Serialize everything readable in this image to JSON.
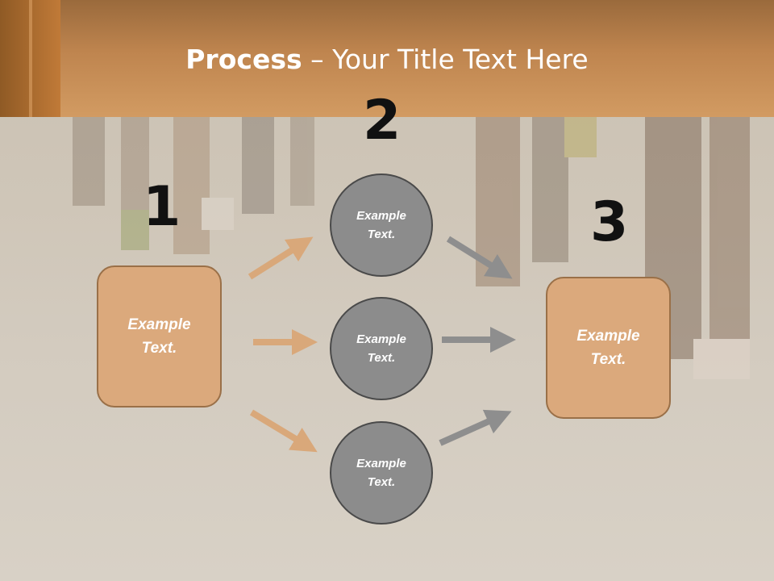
{
  "header": {
    "title_bold": "Process",
    "title_rest": " – Your Title Text Here"
  },
  "steps": {
    "one": {
      "number": "1",
      "label": "Example\nText."
    },
    "two": {
      "number": "2"
    },
    "three": {
      "number": "3",
      "label": "Example\nText."
    }
  },
  "middle": {
    "top": {
      "label": "Example\nText."
    },
    "center": {
      "label": "Example\nText."
    },
    "bottom": {
      "label": "Example\nText."
    }
  },
  "colors": {
    "box_fill": "#dba97c",
    "circle_fill": "#8c8c8c",
    "arrow_orange": "#d9a87a",
    "arrow_gray": "#8e8e8e",
    "header": "#c58a52"
  }
}
